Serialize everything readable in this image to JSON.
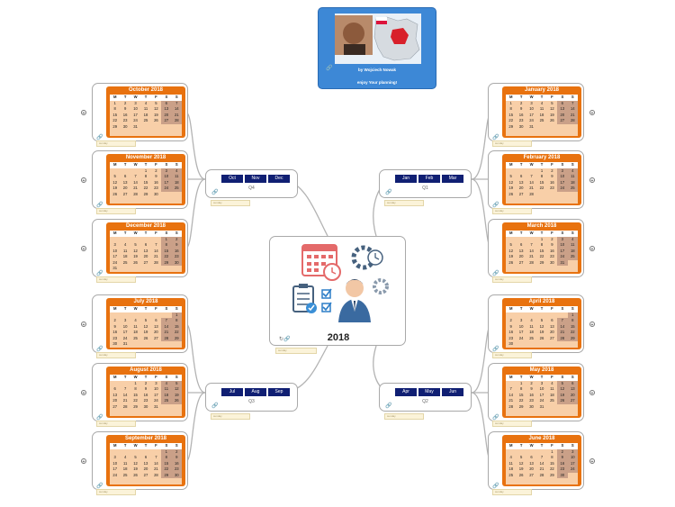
{
  "center": {
    "title": "2018"
  },
  "header": {
    "line1": "by Wojciech Nowak",
    "line2": "enjoy Your planning!"
  },
  "quarters": [
    {
      "id": "q1",
      "label": "Q1",
      "months": [
        "Jan",
        "Feb",
        "Mar"
      ]
    },
    {
      "id": "q2",
      "label": "Q2",
      "months": [
        "Apr",
        "May",
        "Jun"
      ]
    },
    {
      "id": "q3",
      "label": "Q3",
      "months": [
        "Jul",
        "Aug",
        "Sep"
      ]
    },
    {
      "id": "q4",
      "label": "Q4",
      "months": [
        "Oct",
        "Nov",
        "Dec"
      ]
    }
  ],
  "weekday_headers": [
    "M",
    "T",
    "W",
    "T",
    "F",
    "S",
    "S"
  ],
  "note_tag": "sunday",
  "calendars": [
    {
      "title": "January 2018",
      "start": 0,
      "days": 31
    },
    {
      "title": "February 2018",
      "start": 3,
      "days": 28
    },
    {
      "title": "March 2018",
      "start": 3,
      "days": 31
    },
    {
      "title": "April 2018",
      "start": 6,
      "days": 30
    },
    {
      "title": "May 2018",
      "start": 1,
      "days": 31
    },
    {
      "title": "June 2018",
      "start": 4,
      "days": 30
    },
    {
      "title": "July 2018",
      "start": 6,
      "days": 31
    },
    {
      "title": "August 2018",
      "start": 2,
      "days": 31
    },
    {
      "title": "September 2018",
      "start": 5,
      "days": 30
    },
    {
      "title": "October 2018",
      "start": 0,
      "days": 31
    },
    {
      "title": "November 2018",
      "start": 3,
      "days": 30
    },
    {
      "title": "December 2018",
      "start": 5,
      "days": 31
    }
  ],
  "colors": {
    "calendar_frame": "#e8720f",
    "weekend_cell": "#caa088",
    "day_cell": "#f8cfa8",
    "month_button": "#101f73",
    "header_card": "#3d88d6"
  }
}
